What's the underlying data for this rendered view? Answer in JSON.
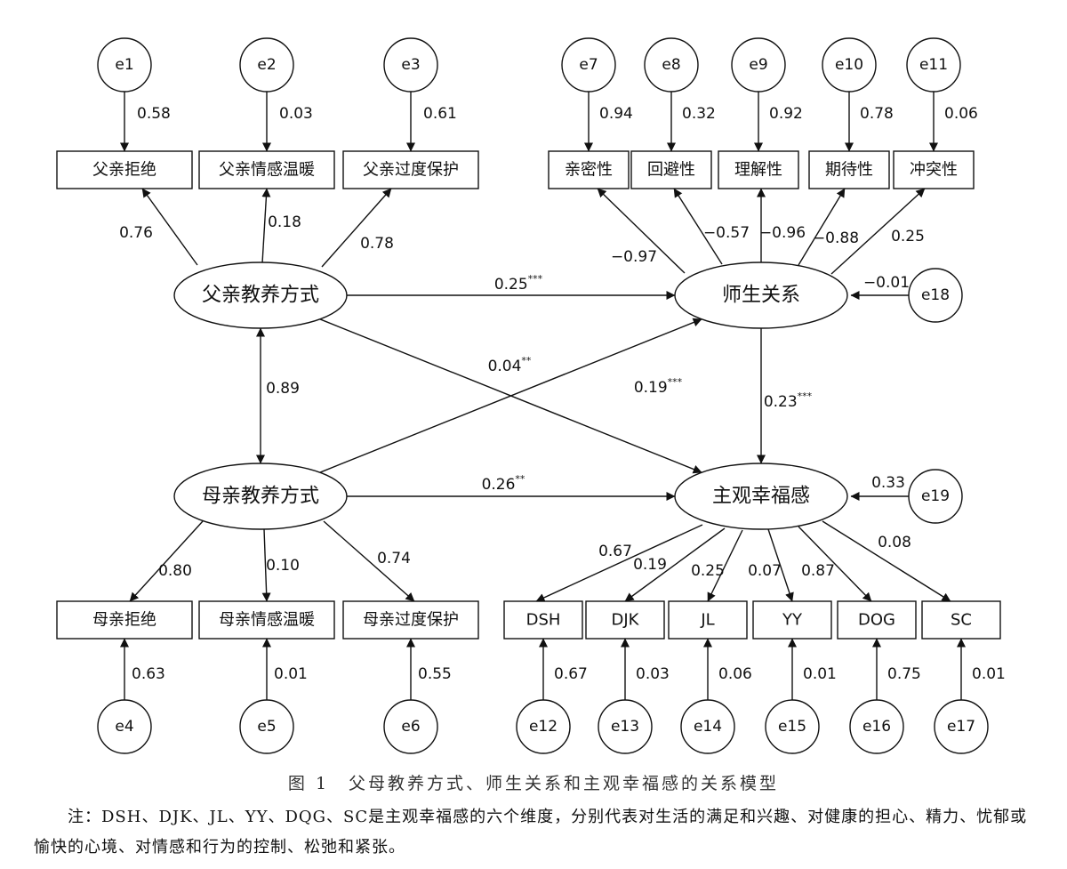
{
  "latent": {
    "father": "父亲教养方式",
    "mother": "母亲教养方式",
    "teacher": "师生关系",
    "swb": "主观幸福感"
  },
  "indicators": {
    "father": [
      "父亲拒绝",
      "父亲情感温暖",
      "父亲过度保护"
    ],
    "mother": [
      "母亲拒绝",
      "母亲情感温暖",
      "母亲过度保护"
    ],
    "teacher": [
      "亲密性",
      "回避性",
      "理解性",
      "期待性",
      "冲突性"
    ],
    "swb": [
      "DSH",
      "DJK",
      "JL",
      "YY",
      "DOG",
      "SC"
    ]
  },
  "errors": {
    "father": [
      "e1",
      "e2",
      "e3"
    ],
    "mother": [
      "e4",
      "e5",
      "e6"
    ],
    "teacher": [
      "e7",
      "e8",
      "e9",
      "e10",
      "e11"
    ],
    "swb": [
      "e12",
      "e13",
      "e14",
      "e15",
      "e16",
      "e17"
    ],
    "teacher_latent": "e18",
    "swb_latent": "e19"
  },
  "coefficients": {
    "father_errors": [
      "0.58",
      "0.03",
      "0.61"
    ],
    "father_loadings": [
      "0.76",
      "0.18",
      "0.78"
    ],
    "mother_errors": [
      "0.63",
      "0.01",
      "0.55"
    ],
    "mother_loadings": [
      "0.80",
      "0.10",
      "0.74"
    ],
    "teacher_errors": [
      "0.94",
      "0.32",
      "0.92",
      "0.78",
      "0.06"
    ],
    "teacher_loadings": [
      "−0.97",
      "−0.57",
      "−0.96",
      "−0.88",
      "0.25"
    ],
    "swb_errors": [
      "0.67",
      "0.03",
      "0.06",
      "0.01",
      "0.75",
      "0.01"
    ],
    "swb_loadings": [
      "0.67",
      "0.19",
      "0.25",
      "0.07",
      "0.87",
      "0.08"
    ],
    "e18": "−0.01",
    "e19": "0.33",
    "corr_father_mother": "0.89"
  },
  "paths": {
    "father_teacher": {
      "value": "0.25",
      "sig": "***"
    },
    "father_swb": {
      "value": "0.04",
      "sig": "**"
    },
    "mother_teacher": {
      "value": "0.19",
      "sig": "***"
    },
    "mother_swb": {
      "value": "0.26",
      "sig": "**"
    },
    "teacher_swb": {
      "value": "0.23",
      "sig": "***"
    }
  },
  "caption": "图 1　父母教养方式、师生关系和主观幸福感的关系模型",
  "note": "注：DSH、DJK、JL、YY、DQG、SC是主观幸福感的六个维度，分别代表对生活的满足和兴趣、对健康的担心、精力、忧郁或愉快的心境、对情感和行为的控制、松弛和紧张。"
}
